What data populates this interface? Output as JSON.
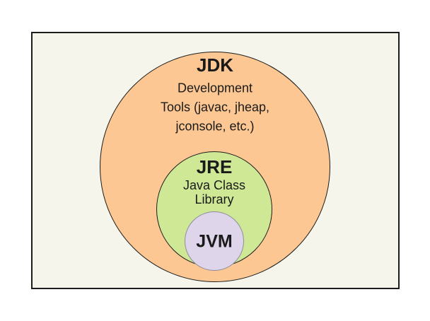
{
  "diagram": {
    "type": "nested-euler",
    "jdk": {
      "title": "JDK",
      "description_lines": [
        "Development",
        "Tools (javac, jheap,",
        "jconsole, etc.)"
      ],
      "contains": "JRE"
    },
    "jre": {
      "title": "JRE",
      "description_lines": [
        "Java Class",
        "Library"
      ],
      "contains": "JVM"
    },
    "jvm": {
      "title": "JVM"
    },
    "colors": {
      "jdk_fill": "#fcc792",
      "jre_fill": "#cee896",
      "jvm_fill": "#ded5eb",
      "frame_bg": "#f5f5ec",
      "outline": "#1c1c1c",
      "jvm_outline": "#8e8e9e"
    }
  }
}
